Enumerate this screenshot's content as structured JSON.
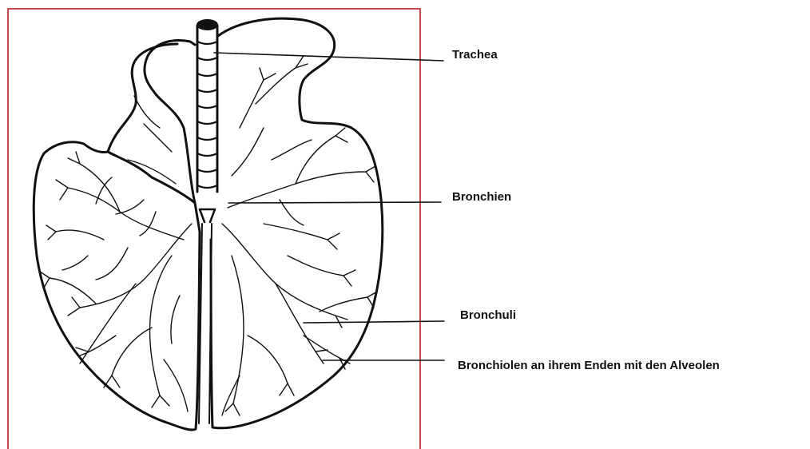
{
  "labels": {
    "trachea": "Trachea",
    "bronchien": "Bronchien",
    "bronchuli": "Bronchuli",
    "bronchiolen": "Bronchiolen an ihrem Enden mit den  Alveolen"
  },
  "colors": {
    "frame": "#c94a4a",
    "ink": "#111111"
  }
}
